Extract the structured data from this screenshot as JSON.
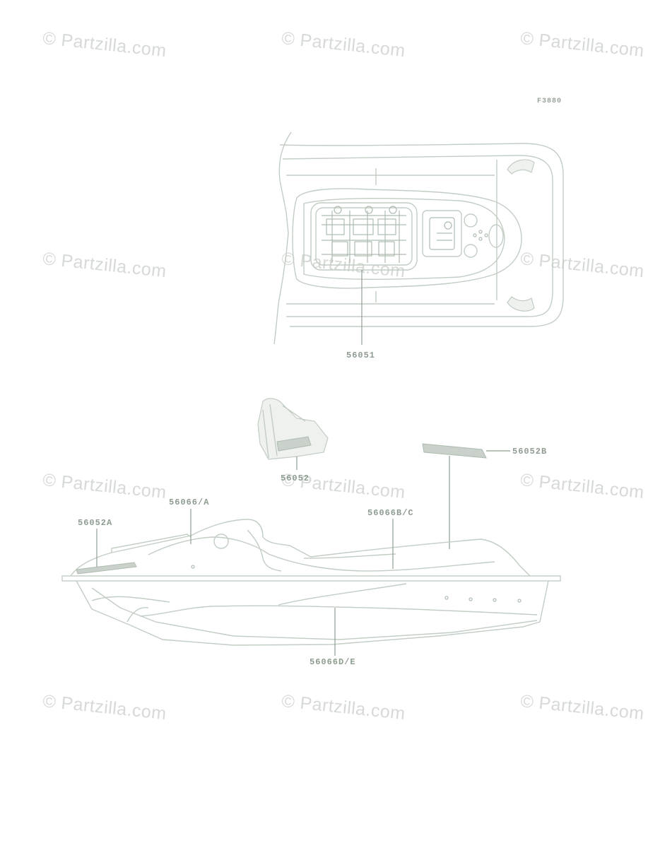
{
  "watermark": "© Partzilla.com",
  "figure_code": "F3880",
  "callouts": {
    "deck_label": "56051",
    "tower_label": "56052",
    "side_name_label": "56052B",
    "rear_label": "56052A",
    "upper_stripe": "56066/A",
    "mid_stripe": "56066B/C",
    "lower_stripe": "56066D/E"
  }
}
